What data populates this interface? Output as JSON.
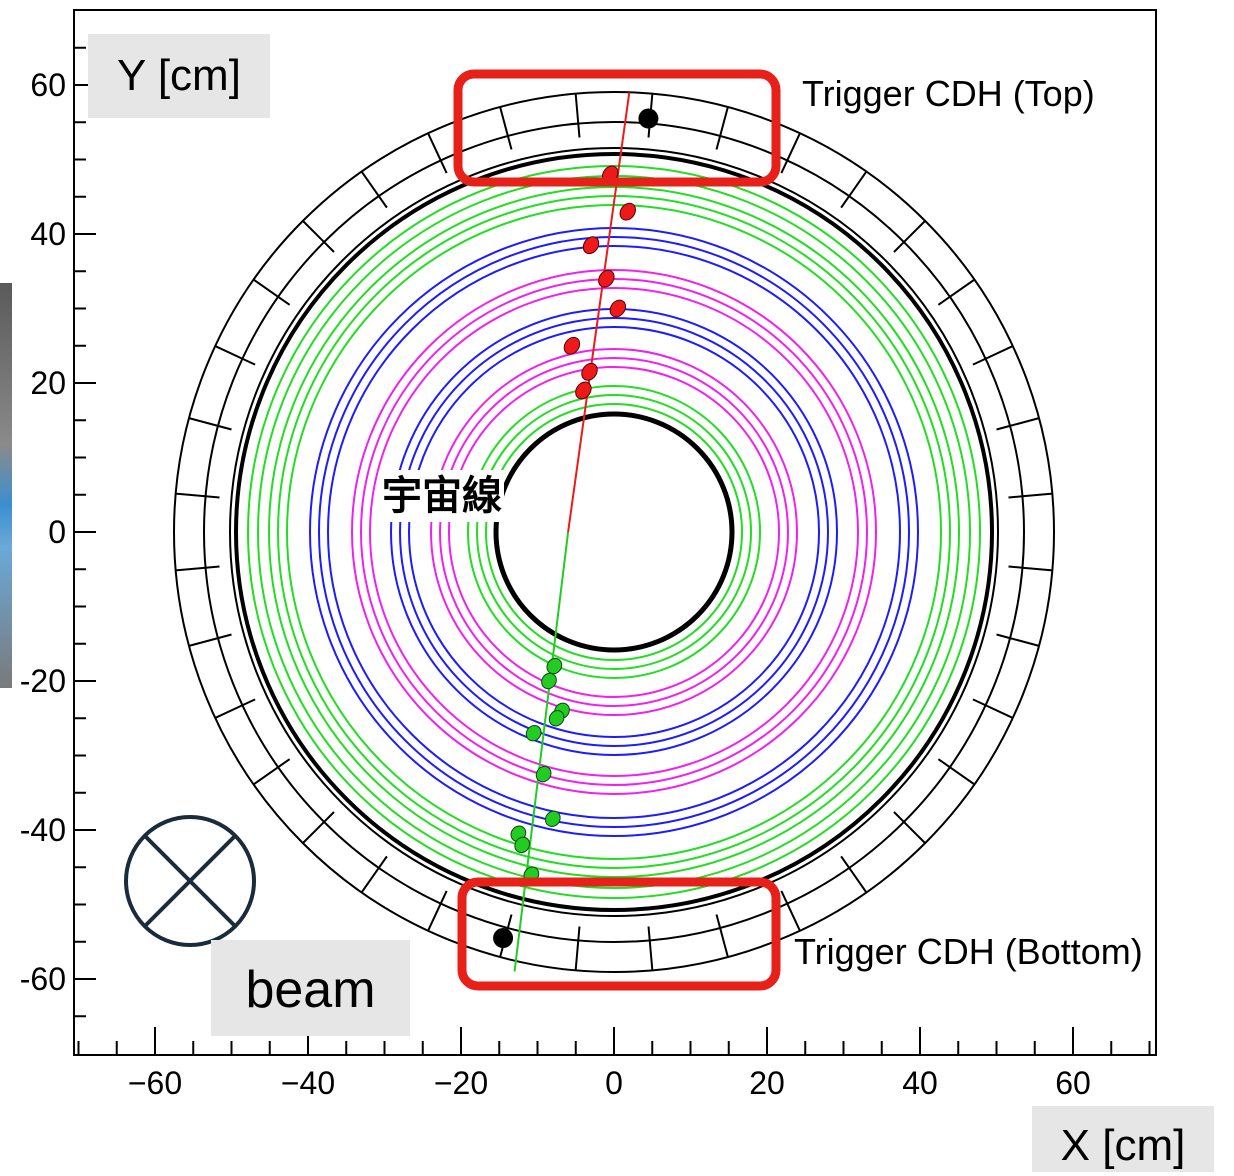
{
  "axes": {
    "y_label": "Y [cm]",
    "x_label": "X [cm]",
    "x_ticks": [
      "−60",
      "−40",
      "−20",
      "0",
      "20",
      "40",
      "60"
    ],
    "y_ticks": [
      "60",
      "40",
      "20",
      "0",
      "-20",
      "-40",
      "-60"
    ],
    "x_range": [
      -72,
      72
    ],
    "y_range": [
      -70,
      70
    ]
  },
  "annotations": {
    "trigger_top": "Trigger CDH (Top)",
    "trigger_bottom": "Trigger CDH (Bottom)",
    "cosmic_ray": "宇宙線",
    "beam": "beam"
  },
  "colors": {
    "highlight_box": "#e8201a",
    "chamber_green": "#22dd22",
    "chamber_blue": "#1c1cff",
    "chamber_magenta": "#ee22ee",
    "track_red": "#ee1a1a",
    "track_green": "#22cc22",
    "frame": "#000000"
  }
}
